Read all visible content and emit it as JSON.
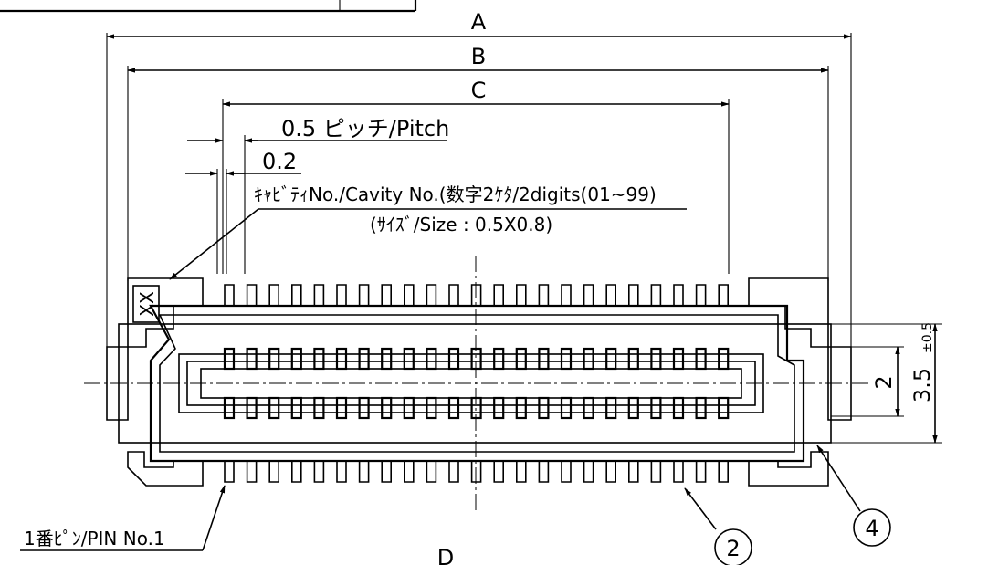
{
  "dimensions": {
    "a": "A",
    "b": "B",
    "c": "C",
    "d": "D",
    "pitch": "0.5 ピッチ/Pitch",
    "width": "0.2",
    "height_inner": "2",
    "height_outer": "3.5",
    "height_outer_tol": "±0.5"
  },
  "notes": {
    "cavity": "ｷｬﾋﾞﾃｨNo./Cavity No.(数字2ｹﾀ/2digits(01~99)",
    "size": "(ｻｲｽﾞ/Size : 0.5X0.8)",
    "pin1": "1番ﾋﾟﾝ/PIN No.1",
    "cavity_mark": "XX"
  },
  "balloons": {
    "b2": "2",
    "b4": "4"
  }
}
